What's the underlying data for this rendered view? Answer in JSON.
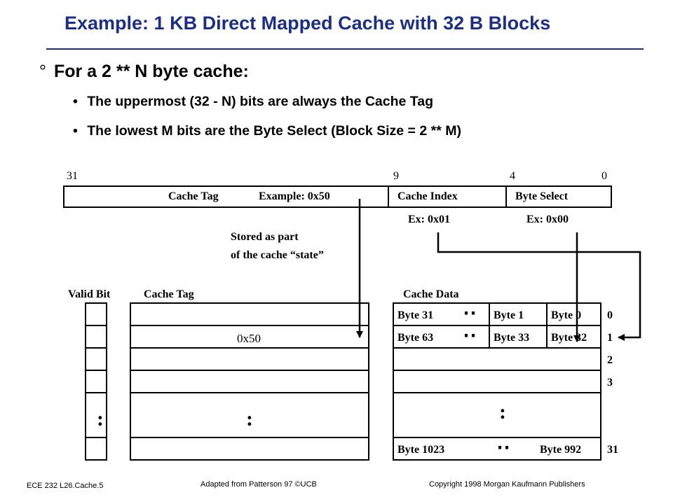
{
  "title": "Example: 1 KB Direct Mapped Cache with 32 B Blocks",
  "bullet_main": {
    "marker": "°",
    "text": "For a 2 ** N byte cache:"
  },
  "sub_bullets": [
    {
      "marker": "•",
      "text": "The uppermost (32 - N) bits are always the Cache Tag"
    },
    {
      "marker": "•",
      "text": "The lowest M bits are the Byte Select (Block Size = 2 ** M)"
    }
  ],
  "address": {
    "bit_labels": [
      "31",
      "9",
      "4",
      "0"
    ],
    "fields": {
      "cache_tag": "Cache Tag",
      "tag_example": "Example: 0x50",
      "cache_index": "Cache Index",
      "byte_select": "Byte Select"
    },
    "index_example": "Ex: 0x01",
    "byte_example": "Ex: 0x00"
  },
  "note": {
    "line1": "Stored as part",
    "line2": "of the cache “state”"
  },
  "headers": {
    "valid_bit": "Valid Bit",
    "cache_tag": "Cache Tag",
    "cache_data": "Cache Data"
  },
  "rows": [
    {
      "tag": "",
      "data_left": "Byte 31",
      "data_mid1": "Byte 1",
      "data_right": "Byte 0",
      "index": "0"
    },
    {
      "tag": "0x50",
      "data_left": "Byte 63",
      "data_mid1": "Byte 33",
      "data_right": "Byte 32",
      "index": "1"
    },
    {
      "index": "2"
    },
    {
      "index": "3"
    },
    {
      "data_left": "Byte 1023",
      "data_right": "Byte 992",
      "index": "31"
    }
  ],
  "ellipsis": {
    "pair": "‥",
    "vertical": ":"
  },
  "footer": {
    "left": "ECE 232  L26.Cache.5",
    "center": "Adapted  from  Patterson  97 ©UCB",
    "right": "Copyright  1998  Morgan Kaufmann  Publishers"
  },
  "colors": {
    "title": "#1c2f86",
    "rule": "#1c2f86",
    "lines": "#000000"
  }
}
